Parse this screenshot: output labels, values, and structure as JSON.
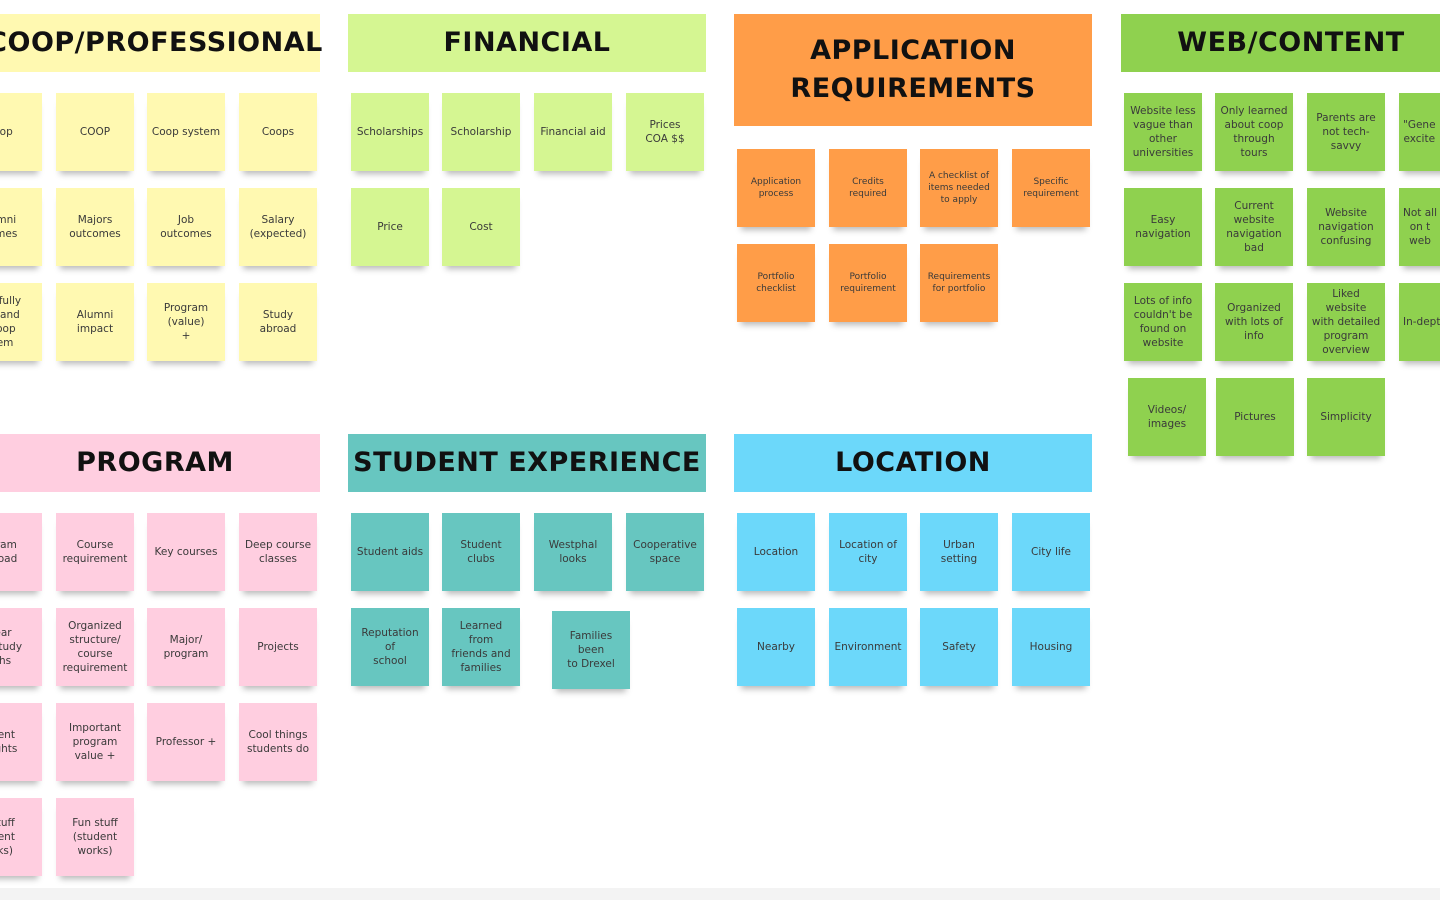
{
  "colors": {
    "coop": "#fff9b1",
    "financial": "#d5f692",
    "application": "#ff9d48",
    "web": "#8fd14f",
    "program": "#ffcee0",
    "student": "#67c6c0",
    "location": "#6cd8fa"
  },
  "headers": {
    "coop": "COOP/PROFESSIONAL",
    "financial": "FINANCIAL",
    "application": "APPLICATION\nREQUIREMENTS",
    "web": "WEB/CONTENT",
    "program": "PROGRAM",
    "student": "STUDENT EXPERIENCE",
    "location": "LOCATION"
  },
  "notes": {
    "coop": [
      "oop",
      "COOP",
      "Coop system",
      "Coops",
      "umni\nomes",
      "Majors\noutcomes",
      "Job\noutcomes",
      "Salary\n(expected)",
      "ot fully\nrstand\ncoop\ntem",
      "Alumni\nimpact",
      "Program\n(value)\n+",
      "Study abroad"
    ],
    "financial": [
      "Scholarships",
      "Scholarship",
      "Financial aid",
      "Prices\nCOA $$",
      "Price",
      "Cost"
    ],
    "application": [
      "Application\nprocess",
      "Credits\nrequired",
      "A checklist of\nitems needed\nto apply",
      "Specific\nrequirement",
      "Portfolio\nchecklist",
      "Portfolio\nrequirement",
      "Requirements\nfor portfolio"
    ],
    "web": [
      "Website less\nvague than\nother\nuniversities",
      "Only learned\nabout coop\nthrough\ntours",
      "Parents are\nnot tech-\nsavvy",
      "\"Gene\nexcite",
      "Easy\nnavigation",
      "Current\nwebsite\nnavigation\nbad",
      "Website\nnavigation\nconfusing",
      "Not all\non t\nweb",
      "Lots of info\ncouldn't be\nfound on\nwebsite",
      "Organized\nwith lots of\ninfo",
      "Liked website\nwith detailed\nprogram\noverview",
      "In-dept",
      "Videos/\nimages",
      "Pictures",
      "Simplicity"
    ],
    "program": [
      "gram\nkload",
      "Course\nrequirement",
      "Key courses",
      "Deep course\nclasses",
      "ear\ns/study\nths",
      "Organized\nstructure/\ncourse\nrequirement",
      "Major/\nprogram",
      "Projects",
      "dent\nlights",
      "Important\nprogram\nvalue +",
      "Professor +",
      "Cool things\nstudents do",
      "stuff\ndent\nrks)",
      "Fun stuff\n(student\nworks)"
    ],
    "student": [
      "Student aids",
      "Student clubs",
      "Westphal\nlooks",
      "Cooperative\nspace",
      "Reputation of\nschool",
      "Learned from\nfriends and\nfamilies",
      "Families been\nto Drexel"
    ],
    "location": [
      "Location",
      "Location of\ncity",
      "Urban setting",
      "City life",
      "Nearby",
      "Environment",
      "Safety",
      "Housing"
    ]
  }
}
